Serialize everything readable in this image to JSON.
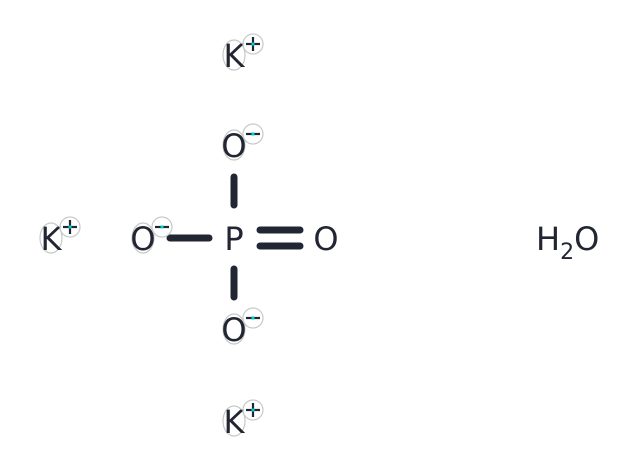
{
  "molecule": {
    "atoms": [
      {
        "id": "k1",
        "symbol": "K",
        "charge": "+"
      },
      {
        "id": "k2",
        "symbol": "K",
        "charge": "+"
      },
      {
        "id": "k3",
        "symbol": "K",
        "charge": "+"
      },
      {
        "id": "o1",
        "symbol": "O",
        "charge": "-"
      },
      {
        "id": "o2",
        "symbol": "O",
        "charge": "-"
      },
      {
        "id": "o3",
        "symbol": "O",
        "charge": "-"
      },
      {
        "id": "p",
        "symbol": "P",
        "charge": ""
      },
      {
        "id": "o4",
        "symbol": "O",
        "charge": ""
      }
    ],
    "water": {
      "h": "H",
      "sub": "2",
      "o": "O"
    },
    "bonds": [
      {
        "from": "p",
        "to": "o1",
        "order": 1
      },
      {
        "from": "p",
        "to": "o2",
        "order": 1
      },
      {
        "from": "p",
        "to": "o3",
        "order": 1
      },
      {
        "from": "p",
        "to": "o4",
        "order": 2
      }
    ],
    "colors": {
      "atom": "#222632",
      "selection": "#00d0d0",
      "ring": "#c8c8c8"
    }
  }
}
